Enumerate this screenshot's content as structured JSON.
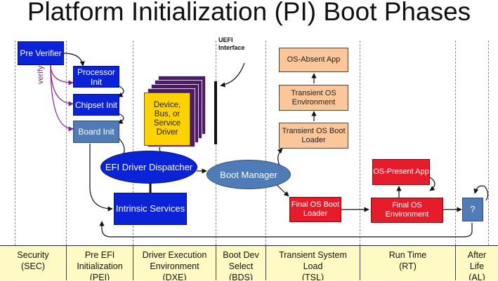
{
  "title": "Platform Initialization (PI) Boot Phases",
  "labels": {
    "uefi_interface": "UEFI Interface",
    "verify": "verify"
  },
  "boxes": {
    "pre_verifier": "Pre Verifier",
    "processor_init": "Processor Init",
    "chipset_init": "Chipset Init",
    "board_init": "Board Init",
    "device_driver": "Device, Bus, or Service Driver",
    "efi_dispatcher": "EFI Driver Dispatcher",
    "intrinsic_services": "Intrinsic Services",
    "boot_manager": "Boot Manager",
    "os_absent_app": "OS-Absent App",
    "transient_os_env": "Transient OS Environment",
    "transient_os_loader": "Transient OS Boot Loader",
    "final_os_loader": "Final OS Boot Loader",
    "os_present_app": "OS-Present App",
    "final_os_env": "Final OS Environment",
    "unknown": "?"
  },
  "phases": [
    {
      "name": "Security",
      "abbr": "(SEC)"
    },
    {
      "name": "Pre EFI Initialization",
      "abbr": "(PEI)"
    },
    {
      "name": "Driver Execution Environment",
      "abbr": "(DXE)"
    },
    {
      "name": "Boot Dev Select",
      "abbr": "(BDS)"
    },
    {
      "name": "Transient System Load",
      "abbr": "(TSL)"
    },
    {
      "name": "Run Time",
      "abbr": "(RT)"
    },
    {
      "name": "After Life",
      "abbr": "(AL)"
    }
  ],
  "colors": {
    "blue": "#0a23d8",
    "steel": "#4f7cb6",
    "peach": "#fbc79a",
    "red": "#e81b2a",
    "yellow": "#ffd200",
    "purple": "#4d1a66",
    "phase_bar": "#fff9c4"
  }
}
